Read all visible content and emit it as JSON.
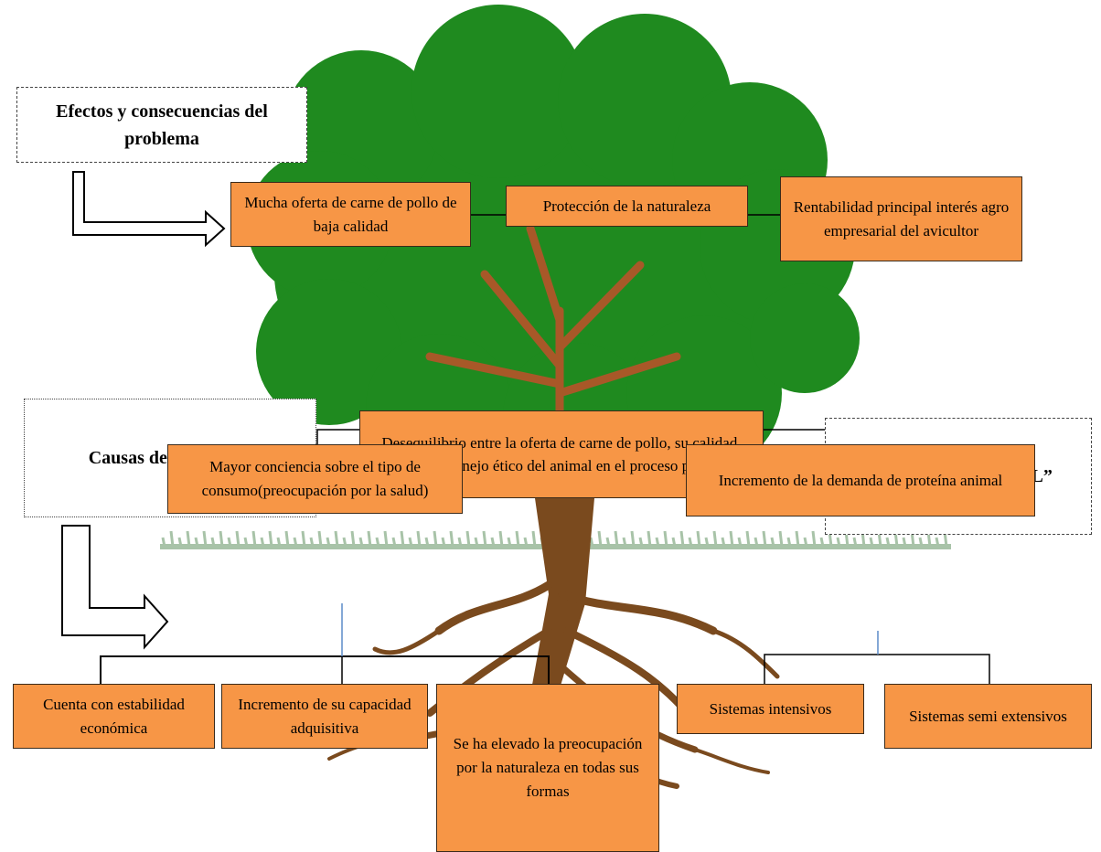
{
  "colors": {
    "box_fill": "#F79646",
    "crown_green": "#1F8A1F",
    "trunk_brown": "#7A4A1E",
    "branch_red": "#C0502A",
    "grass_green": "#8BAF8B"
  },
  "labels": {
    "effects": "Efectos y consecuencias del problema",
    "causes": "Causas del problema",
    "central": "Problema “CENTRAL”"
  },
  "effects": {
    "e1": "Mucha oferta de carne de pollo de baja calidad",
    "e2": "Protección de la naturaleza",
    "e3": "Rentabilidad principal interés agro empresarial del avicultor"
  },
  "central_problem": "Desequilibrio entre la oferta de carne de pollo, su calidad, precio y el manejo ético del animal en el proceso productivo",
  "causes": {
    "c1": "Mayor conciencia sobre el tipo de consumo(preocupación por la salud)",
    "c2": "Incremento de la demanda de proteína animal"
  },
  "sub_causes": {
    "s1": "Cuenta con estabilidad económica",
    "s2": "Incremento de su capacidad adquisitiva",
    "s3": "Se ha elevado la preocupación por la naturaleza en todas sus formas",
    "s4": "Sistemas intensivos",
    "s5": "Sistemas semi extensivos"
  }
}
